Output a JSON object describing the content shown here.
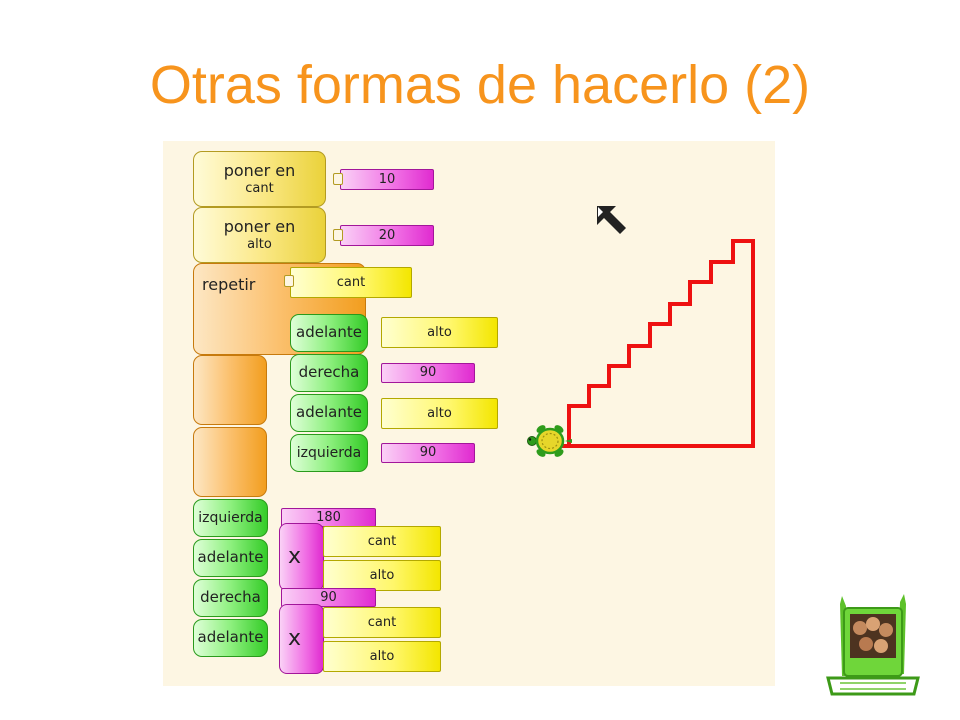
{
  "slide": {
    "title": "Otras formas de hacerlo (2)"
  },
  "blocks": {
    "poner1": {
      "line1": "poner en",
      "line2": "cant",
      "value": "10"
    },
    "poner2": {
      "line1": "poner en",
      "line2": "alto",
      "value": "20"
    },
    "repetir": {
      "label": "repetir",
      "arg": "cant"
    },
    "inner": [
      {
        "label": "adelante",
        "arg": "alto"
      },
      {
        "label": "derecha",
        "arg": "90"
      },
      {
        "label": "adelante",
        "arg": "alto"
      },
      {
        "label": "izquierda",
        "arg": "90"
      }
    ],
    "izq180": {
      "label": "izquierda",
      "arg": "180"
    },
    "adelante_a": {
      "label": "adelante"
    },
    "mult1": {
      "op": "x",
      "a": "cant",
      "b": "alto"
    },
    "derecha90": {
      "label": "derecha",
      "arg": "90"
    },
    "adelante_b": {
      "label": "adelante"
    },
    "mult2": {
      "op": "x",
      "a": "cant",
      "b": "alto"
    }
  },
  "icons": {
    "turtle": "turtle-icon",
    "cursor": "arrow-cursor-icon",
    "logo": "xo-laptop-icon"
  },
  "colors": {
    "title": "#f7941d",
    "trail": "#ee1111",
    "canvas": "#fdf6e3"
  }
}
